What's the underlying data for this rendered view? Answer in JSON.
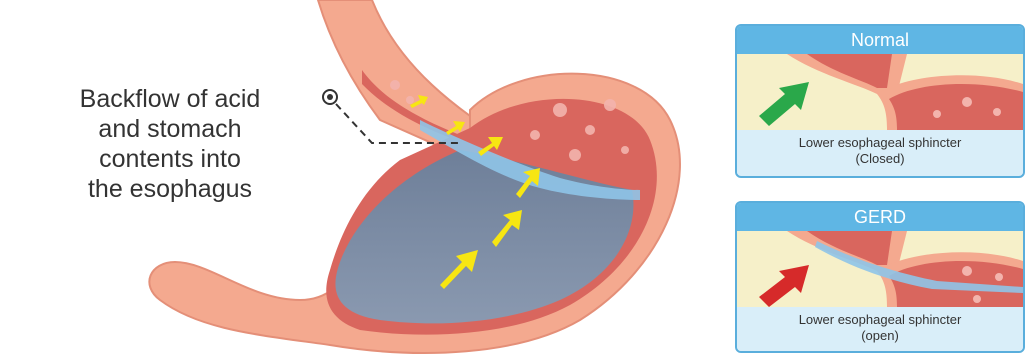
{
  "main_label": {
    "lines": [
      "Backflow of acid",
      "and stomach",
      "contents into",
      "the esophagus"
    ]
  },
  "panels": [
    {
      "title": "Normal",
      "caption_line1": "Lower esophageal sphincter",
      "caption_line2": "(Closed)",
      "arrow_color": "#2aa84a"
    },
    {
      "title": "GERD",
      "caption_line1": "Lower esophageal sphincter",
      "caption_line2": "(open)",
      "arrow_color": "#d62a2a"
    }
  ],
  "colors": {
    "stomach_wall": "#f4a98f",
    "stomach_inner": "#d9665e",
    "stomach_lumen": "#7d8fa8",
    "acid_fluid": "#8fc4e8",
    "reflux_arrows": "#f7e612",
    "panel_border": "#5aaedc"
  }
}
